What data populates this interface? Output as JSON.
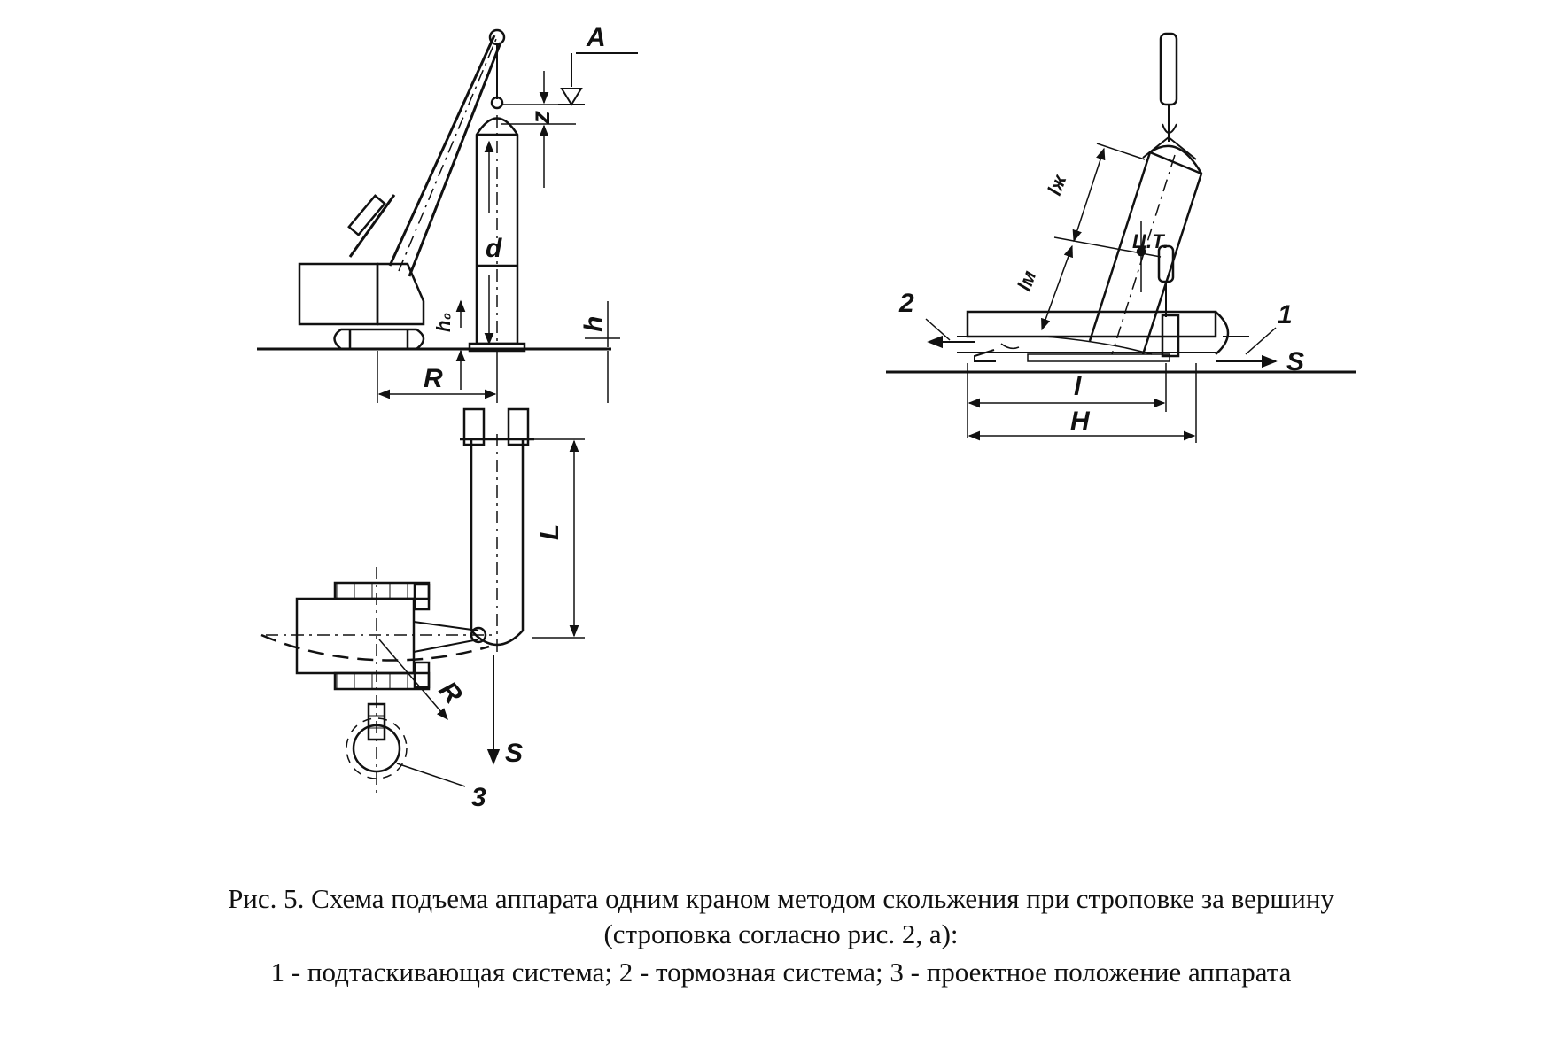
{
  "labels": {
    "A": "A",
    "z": "z",
    "d": "d",
    "h0": "h₀",
    "h": "h",
    "R": "R",
    "R_plan": "R",
    "L_plan": "L",
    "S_plan": "S",
    "n3": "3",
    "n2": "2",
    "n1": "1",
    "S_right": "S",
    "l": "l",
    "H": "H",
    "lzh": "lж",
    "lm": "lм",
    "ct": "Ц.Т."
  },
  "caption": {
    "line1": "Рис. 5. Схема подъема аппарата одним краном методом скольжения при строповке за вершину",
    "line2": "(строповка согласно рис. 2, а):",
    "line3": "1 - подтаскивающая система; 2 - тормозная система; 3 - проектное положение аппарата"
  }
}
